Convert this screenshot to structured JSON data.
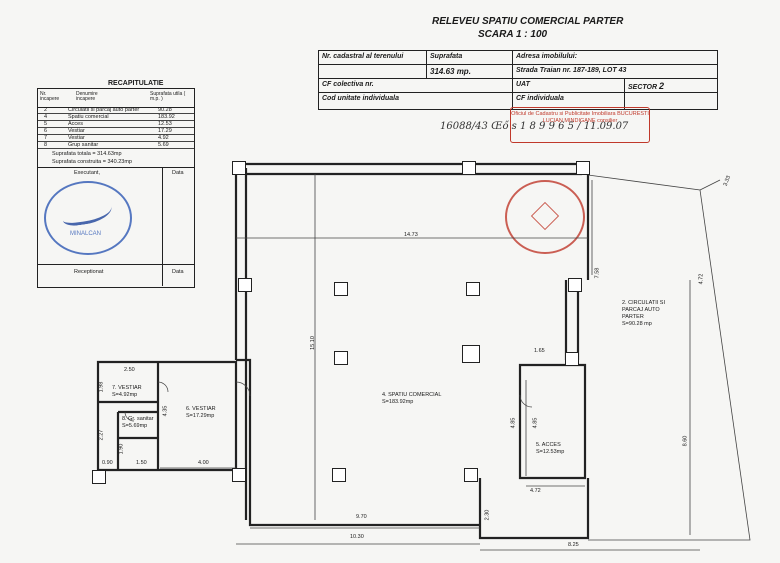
{
  "header": {
    "title_line1": "RELEVEU  SPATIU COMERCIAL PARTER",
    "title_line2": "SCARA 1 : 100"
  },
  "info_table": {
    "nr_cadastral_label": "Nr. cadastral al terenului",
    "suprafata_label": "Suprafata",
    "suprafata_value": "314.63 mp.",
    "adresa_label": "Adresa imobilului:",
    "adresa_value": "Strada Traian nr. 187-189, LOT 43",
    "cf_colectiva_label": "CF colectiva nr.",
    "uat_label": "UAT",
    "sector_label": "SECTOR",
    "sector_value": "2",
    "cod_unitate_label": "Cod unitate individuala",
    "cf_individuala_label": "CF individuala",
    "handwritten": "16088/43    Œő s 1 8 9 9 6 5 / 11.09.07",
    "oficiu_stamp": "Oficiul de Cadastru si Publicitate Imobiliara BUCURESTI",
    "consilier_stamp": "LUCIAN MINDIGANE consilier"
  },
  "recap": {
    "title": "RECAPITULATIE",
    "headers": [
      "Nr. incapere",
      "Denumire incapere",
      "Suprafata utila ( m.p. )"
    ],
    "rows": [
      [
        "2",
        "Circulatii si parcaj auto parter",
        "90.28"
      ],
      [
        "4",
        "Spatiu comercial",
        "183.92"
      ],
      [
        "5",
        "Acces",
        "12.53"
      ],
      [
        "6",
        "Vestiar",
        "17.29"
      ],
      [
        "7",
        "Vestiar",
        "4.92"
      ],
      [
        "8",
        "Grup sanitar",
        "5.69"
      ]
    ],
    "total_utila": "Suprafata totala = 314.63mp",
    "total_construita": "Suprafata construita = 340.23mp",
    "executant_label": "Executant,",
    "data_label": "Data",
    "receptionat_label": "Receptionat",
    "data_label2": "Data",
    "stamp_text": "MINALCAN"
  },
  "plan": {
    "rooms": {
      "r2": [
        "2. CIRCULATII SI",
        "PARCAJ AUTO",
        "PARTER",
        "S=90.28 mp"
      ],
      "r4": [
        "4. SPATIU  COMERCIAL",
        "S=183.92mp"
      ],
      "r5": [
        "5. ACCES",
        "S=12.53mp"
      ],
      "r6": [
        "6. VESTIAR",
        "S=17.29mp"
      ],
      "r7": [
        "7. VESTIAR",
        "S=4.92mp"
      ],
      "r8": [
        "8. Gr. sanitar",
        "S=5.69mp"
      ]
    },
    "dims": {
      "d1473": "14.73",
      "d1510": "15.10",
      "d758": "7.58",
      "d333": "3.33",
      "d472v": "4.72",
      "d860": "8.60",
      "d165": "1.65",
      "d485": "4.85",
      "d485b": "4.85",
      "d472h": "4.72",
      "d230": "2.30",
      "d970": "9.70",
      "d1030": "10.30",
      "d825": "8.25",
      "d250": "2.50",
      "d435": "4.35",
      "d198": "1.98",
      "d227": "2.27",
      "d090": "0.90",
      "d150": "1.50",
      "d400": "4.00",
      "d190": "1.90"
    }
  }
}
